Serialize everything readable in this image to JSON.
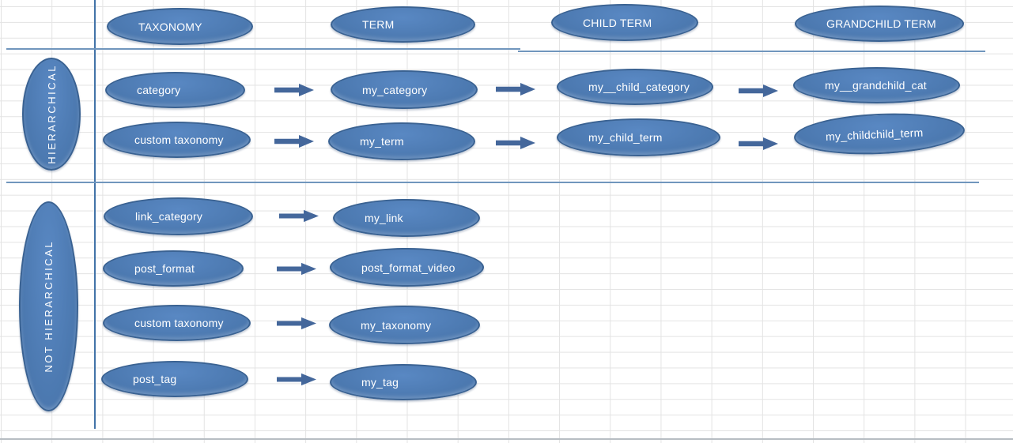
{
  "columns": [
    {
      "label": "TAXONOMY"
    },
    {
      "label": "TERM"
    },
    {
      "label": "CHILD TERM"
    },
    {
      "label": "GRANDCHILD TERM"
    }
  ],
  "groups": [
    {
      "label": "HIERARCHICAL"
    },
    {
      "label": "NOT HIERARCHICAL"
    }
  ],
  "hierarchical_rows": [
    {
      "taxonomy": "category",
      "term": "my_category",
      "child_term": "my__child_category",
      "grandchild_term": "my__grandchild_cat"
    },
    {
      "taxonomy": "custom taxonomy",
      "term": "my_term",
      "child_term": "my_child_term",
      "grandchild_term": "my_childchild_term"
    }
  ],
  "not_hierarchical_rows": [
    {
      "taxonomy": "link_category",
      "term": "my_link"
    },
    {
      "taxonomy": "post_format",
      "term": "post_format_video"
    },
    {
      "taxonomy": "custom taxonomy",
      "term": "my_taxonomy"
    },
    {
      "taxonomy": "post_tag",
      "term": "my_tag"
    }
  ],
  "colors": {
    "shape_fill": "#4f7db6",
    "shape_border": "#3a6292",
    "arrow": "#44679b",
    "separator_vertical": "#4273a8",
    "separator_horizontal": "#7096bd",
    "grid_line": "#e3e3e3",
    "label_text": "#ffffff"
  }
}
